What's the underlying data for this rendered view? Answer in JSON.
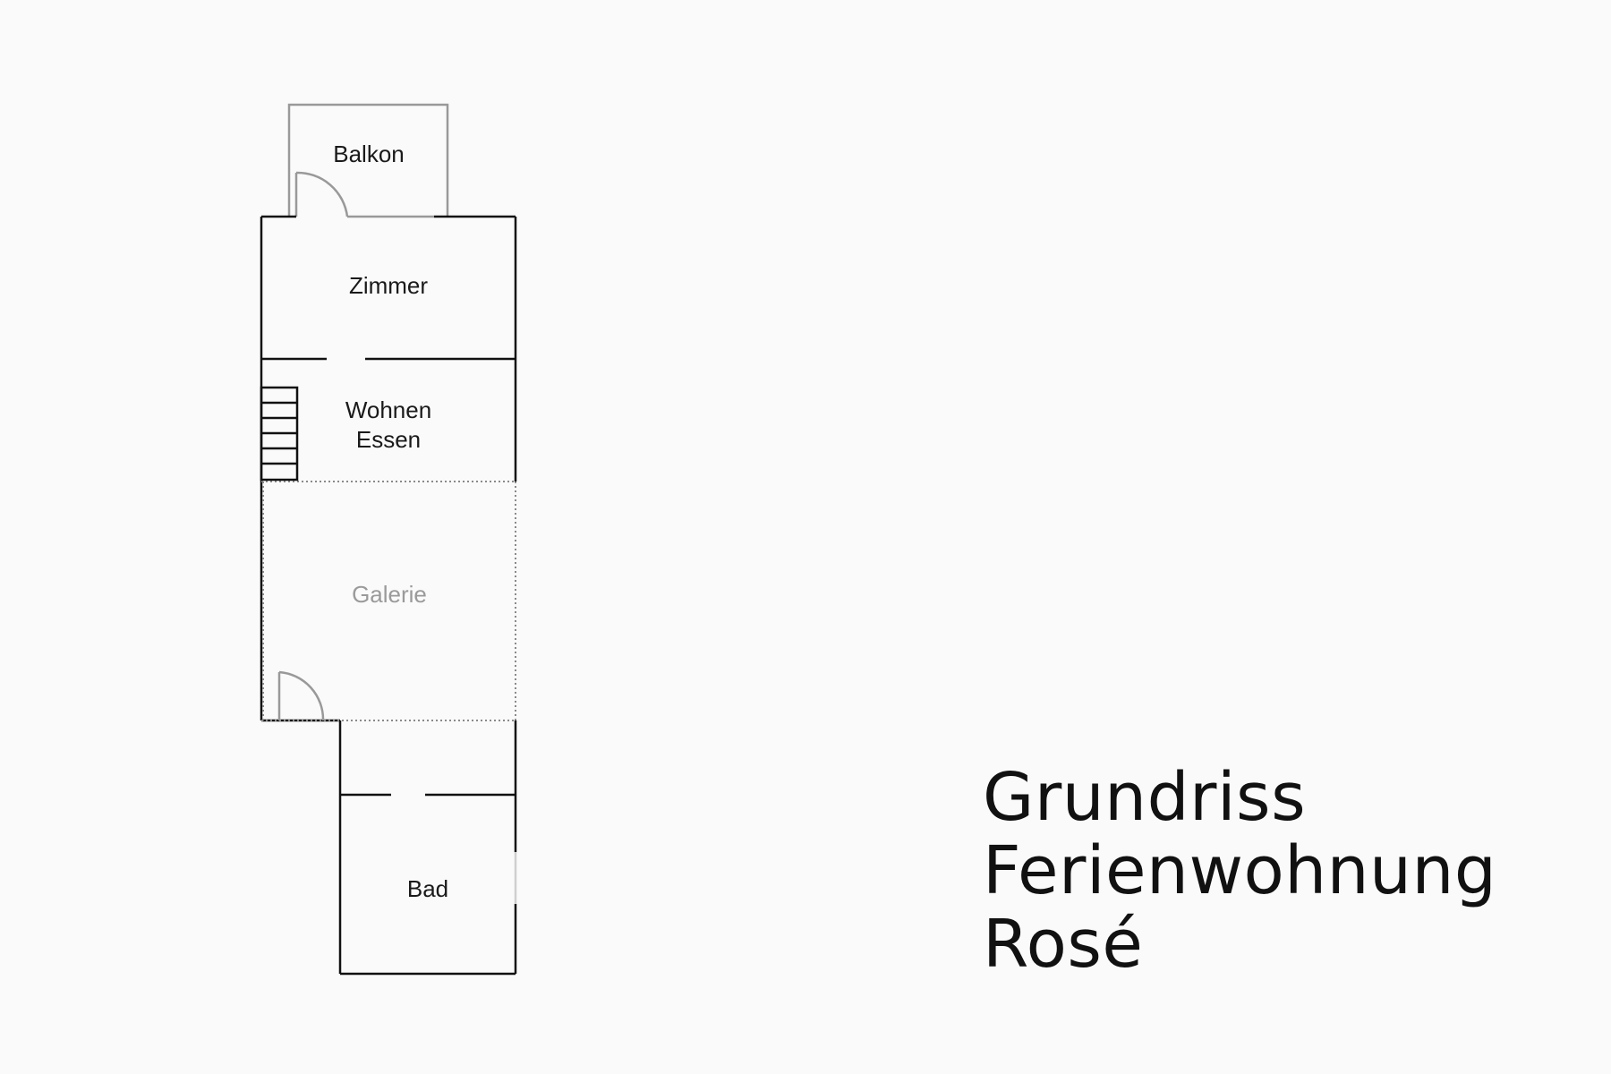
{
  "floorplan": {
    "rooms": {
      "balkon": "Balkon",
      "zimmer": "Zimmer",
      "wohnen": "Wohnen",
      "essen": "Essen",
      "galerie": "Galerie",
      "bad": "Bad"
    },
    "colors": {
      "wall": "#111111",
      "secondary_wall": "#999999",
      "background": "#fafafa"
    }
  },
  "title": {
    "line1": "Grundriss",
    "line2": "Ferienwohnung",
    "line3": "Rosé"
  }
}
